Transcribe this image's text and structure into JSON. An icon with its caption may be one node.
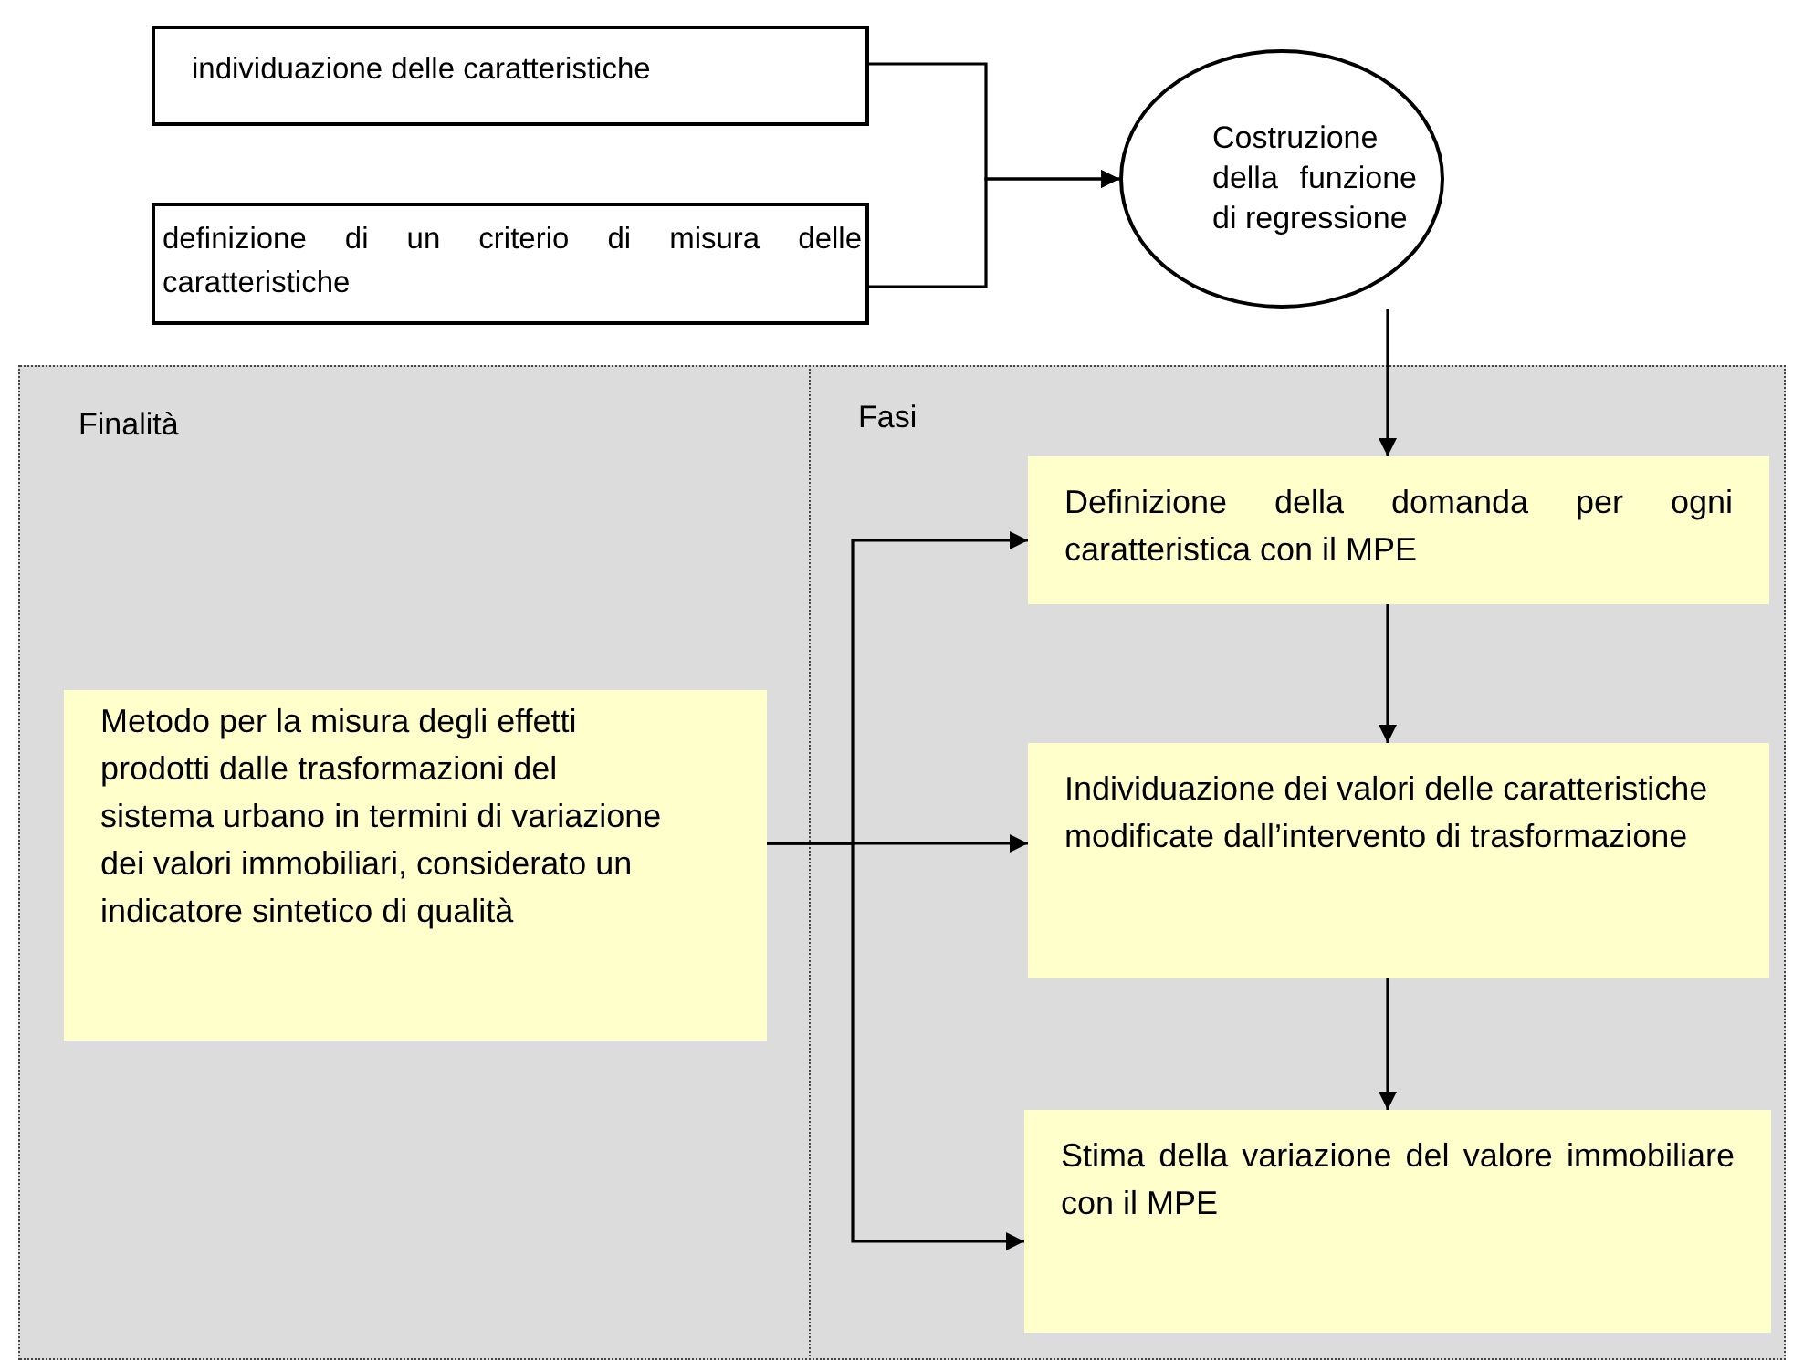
{
  "diagram": {
    "nodes": [
      {
        "text": [
          "individuazione delle caratteristiche"
        ]
      },
      {
        "text": [
          "definizione di un criterio di misura delle caratteristiche"
        ]
      },
      {
        "text": [
          "Costruzione della funzione di regressione"
        ]
      },
      {
        "text": [
          "Finalità"
        ]
      },
      {
        "text": [
          "Metodo per la misura degli effetti prodotti dalle trasformazioni del sistema urbano in termini di variazione dei valori immobiliari, considerato un indicatore sintetico di qualità"
        ],
        "in": 3
      },
      {
        "text": [
          "Fasi"
        ]
      },
      {
        "text": [
          "Definizione della domanda per ogni caratteristica con il MPE"
        ],
        "in": 5
      },
      {
        "text": [
          "Individuazione dei valori delle caratteristiche modificate dall’intervento di trasformazione"
        ],
        "in": 5
      },
      {
        "text": [
          "Stima della variazione del valore immobiliare con il MPE"
        ],
        "in": 5
      }
    ],
    "edges": [
      {
        "from": 0,
        "to": 2,
        "arrow": "to"
      },
      {
        "from": 1,
        "to": 2,
        "arrow": "to"
      },
      {
        "from": 2,
        "to": 6,
        "arrow": "to"
      },
      {
        "from": 6,
        "to": 7,
        "arrow": "to"
      },
      {
        "from": 7,
        "to": 8,
        "arrow": "to"
      },
      {
        "from": 4,
        "to": 6,
        "arrow": "to"
      },
      {
        "from": 4,
        "to": 7,
        "arrow": "to"
      },
      {
        "from": 4,
        "to": 8,
        "arrow": "to"
      }
    ]
  }
}
